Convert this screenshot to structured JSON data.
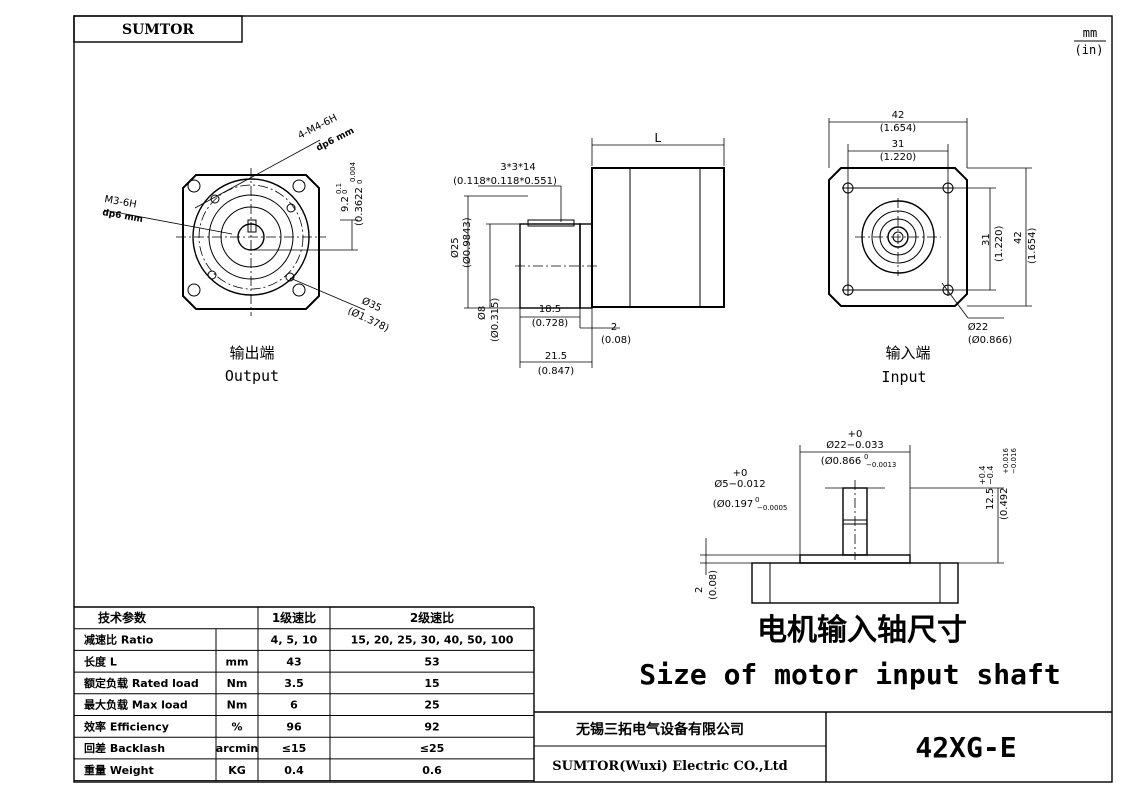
{
  "header": {
    "brand": "SUMTOR",
    "unit_top": "mm",
    "unit_bottom": "(in)"
  },
  "output_view": {
    "label_cn": "输出端",
    "label_en": "Output",
    "bolt_note": "4-M4-6H",
    "bolt_depth": "dp6 mm",
    "center_thread": "M3-6H",
    "center_depth": "dp6 mm",
    "key_dim_mm": "9.2",
    "key_tol_upper": "0.1",
    "key_tol_lower": "0",
    "key_dim_in": "(0.3622",
    "key_tol_in_upper": "0.004",
    "key_tol_in_lower": "0",
    "pcd_mm": "Ø35",
    "pcd_in": "(Ø1.378)"
  },
  "side_view": {
    "length": "L",
    "key_mm": "3*3*14",
    "key_in": "(0.118*0.118*0.551)",
    "boss_mm": "Ø25",
    "boss_in": "(Ø0.9843)",
    "shaft_mm": "Ø8",
    "shaft_in": "(Ø0.315)",
    "shaft_len_mm": "18.5",
    "shaft_len_in": "(0.728)",
    "step_mm": "2",
    "step_in": "(0.08)",
    "total_mm": "21.5",
    "total_in": "(0.847)"
  },
  "input_view": {
    "label_cn": "输入端",
    "label_en": "Input",
    "width_mm": "42",
    "width_in": "(1.654)",
    "hole_mm": "31",
    "hole_in": "(1.220)",
    "height_mm": "42",
    "height_in": "(1.654)",
    "vhole_mm": "31",
    "vhole_in": "(1.220)",
    "bore_mm": "Ø22",
    "bore_in": "(Ø0.866)"
  },
  "shaft_detail": {
    "pilot_tol_upper": "+0",
    "pilot_mm": "Ø22−0.033",
    "pilot_in": "(Ø0.866",
    "pilot_in_tol_upper": "0",
    "pilot_in_tol_lower": "−0.0013",
    "shaft_tol_upper": "+0",
    "shaft_mm": "Ø5−0.012",
    "shaft_in": "(Ø0.197",
    "shaft_in_tol_upper": "0",
    "shaft_in_tol_lower": "−0.0005",
    "height_mm": "12.5",
    "height_tol_upper": "+0.4",
    "height_tol_lower": "−0.4",
    "height_in": "(0.492",
    "height_in_tol_upper": "+0.016",
    "height_in_tol_lower": "−0.016",
    "step_mm": "2",
    "step_in": "(0.08)",
    "title_cn": "电机输入轴尺寸",
    "title_en": "Size of motor input shaft"
  },
  "spec_table": {
    "header": [
      "技术参数",
      "",
      "1级速比",
      "2级速比"
    ],
    "rows": [
      [
        "减速比 Ratio",
        "",
        "4, 5, 10",
        "15, 20, 25, 30, 40, 50, 100"
      ],
      [
        "长度 L",
        "mm",
        "43",
        "53"
      ],
      [
        "额定负载 Rated load",
        "Nm",
        "3.5",
        "15"
      ],
      [
        "最大负载 Max load",
        "Nm",
        "6",
        "25"
      ],
      [
        "效率 Efficiency",
        "%",
        "96",
        "92"
      ],
      [
        "回差 Backlash",
        "arcmin",
        "≤15",
        "≤25"
      ],
      [
        "重量 Weight",
        "KG",
        "0.4",
        "0.6"
      ]
    ]
  },
  "title_block": {
    "company_cn": "无锡三拓电气设备有限公司",
    "company_en": "SUMTOR(Wuxi) Electric CO.,Ltd",
    "model": "42XG-E"
  }
}
